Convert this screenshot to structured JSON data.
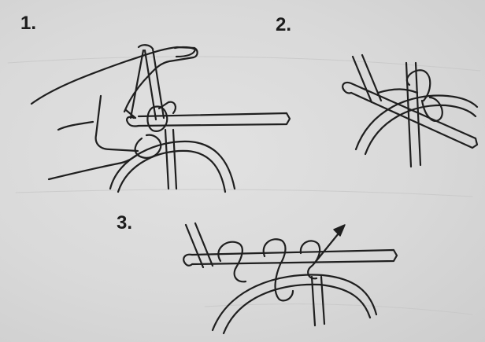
{
  "steps": [
    {
      "number": "1."
    },
    {
      "number": "2."
    },
    {
      "number": "3."
    }
  ],
  "colors": {
    "ink": "#1f1f1f",
    "background": "#d9d9d9",
    "yarn_fill": "#eeeeee"
  }
}
